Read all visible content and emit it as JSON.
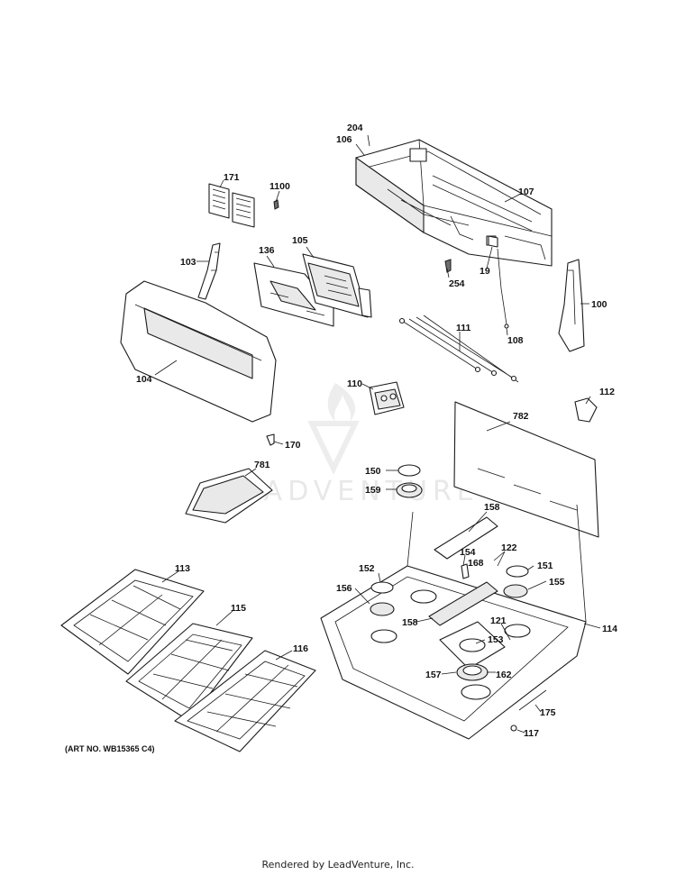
{
  "diagram": {
    "callouts": [
      {
        "id": "204",
        "text": "204"
      },
      {
        "id": "106",
        "text": "106"
      },
      {
        "id": "107",
        "text": "107"
      },
      {
        "id": "171",
        "text": "171"
      },
      {
        "id": "1100",
        "text": "1100"
      },
      {
        "id": "136",
        "text": "136"
      },
      {
        "id": "105",
        "text": "105"
      },
      {
        "id": "103",
        "text": "103"
      },
      {
        "id": "19",
        "text": "19"
      },
      {
        "id": "254",
        "text": "254"
      },
      {
        "id": "100",
        "text": "100"
      },
      {
        "id": "111",
        "text": "111"
      },
      {
        "id": "108",
        "text": "108"
      },
      {
        "id": "104",
        "text": "104"
      },
      {
        "id": "110",
        "text": "110"
      },
      {
        "id": "112",
        "text": "112"
      },
      {
        "id": "782",
        "text": "782"
      },
      {
        "id": "170",
        "text": "170"
      },
      {
        "id": "781",
        "text": "781"
      },
      {
        "id": "150",
        "text": "150"
      },
      {
        "id": "159",
        "text": "159"
      },
      {
        "id": "158a",
        "text": "158"
      },
      {
        "id": "154",
        "text": "154"
      },
      {
        "id": "122",
        "text": "122"
      },
      {
        "id": "168",
        "text": "168"
      },
      {
        "id": "151",
        "text": "151"
      },
      {
        "id": "152",
        "text": "152"
      },
      {
        "id": "155",
        "text": "155"
      },
      {
        "id": "113",
        "text": "113"
      },
      {
        "id": "156",
        "text": "156"
      },
      {
        "id": "121",
        "text": "121"
      },
      {
        "id": "158b",
        "text": "158"
      },
      {
        "id": "114",
        "text": "114"
      },
      {
        "id": "115",
        "text": "115"
      },
      {
        "id": "153",
        "text": "153"
      },
      {
        "id": "116",
        "text": "116"
      },
      {
        "id": "157",
        "text": "157"
      },
      {
        "id": "162",
        "text": "162"
      },
      {
        "id": "175",
        "text": "175"
      },
      {
        "id": "117",
        "text": "117"
      }
    ],
    "art_number": "(ART NO. WB15365 C4)",
    "watermark": "LEADVENTURE"
  },
  "footer": {
    "text": "Rendered by LeadVenture, Inc."
  }
}
